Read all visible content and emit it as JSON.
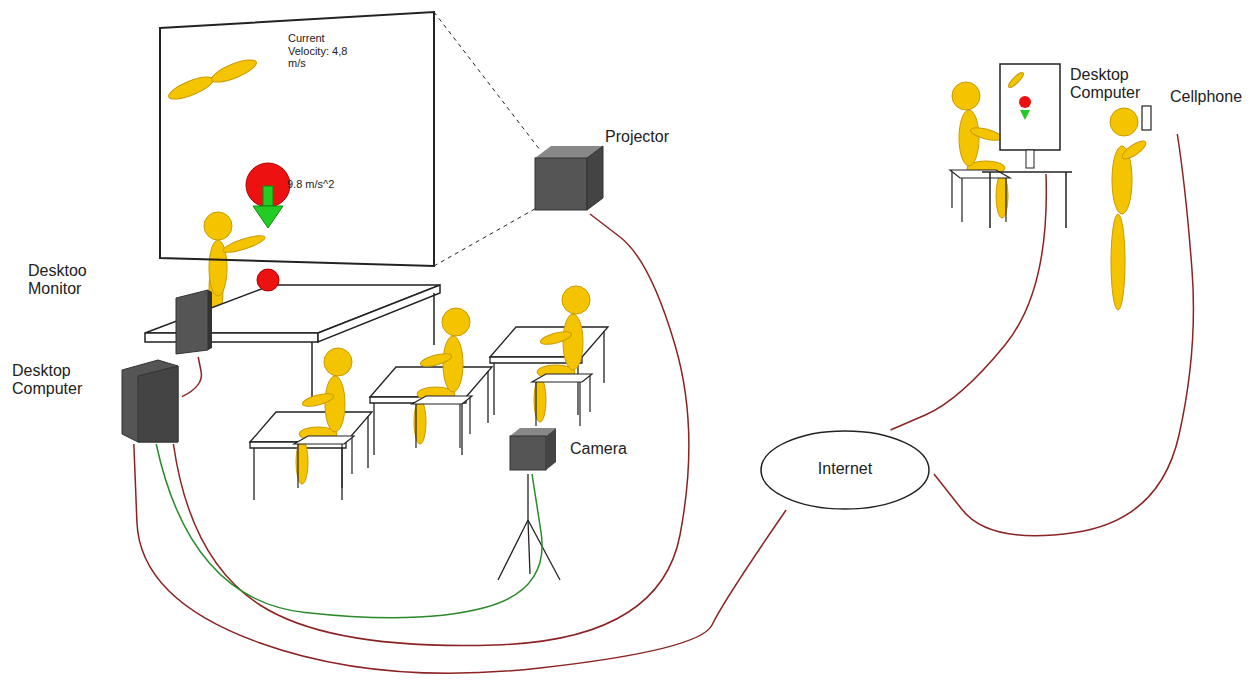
{
  "diagram": {
    "nodes": [
      {
        "text": [
          "Current Velocity: 4,8 m/s",
          "9.8 m/s^2"
        ]
      },
      {
        "text": [
          "Projector"
        ]
      },
      {
        "text": [
          "Desktoo Monitor"
        ]
      },
      {
        "text": [
          "Desktop Computer"
        ]
      },
      {
        "text": [
          "Camera"
        ]
      },
      {
        "text": [
          "Internet"
        ]
      },
      {
        "text": [
          "Desktop Computer"
        ]
      },
      {
        "text": [
          "Cellphone"
        ]
      }
    ],
    "edges": [
      {
        "from": 1,
        "to": 3,
        "arrow": "none"
      },
      {
        "from": 2,
        "to": 3,
        "arrow": "none"
      },
      {
        "from": 4,
        "to": 3,
        "arrow": "none"
      },
      {
        "from": 3,
        "to": 5,
        "arrow": "none"
      },
      {
        "from": 5,
        "to": 6,
        "arrow": "none"
      },
      {
        "from": 5,
        "to": 7,
        "arrow": "none"
      }
    ]
  }
}
